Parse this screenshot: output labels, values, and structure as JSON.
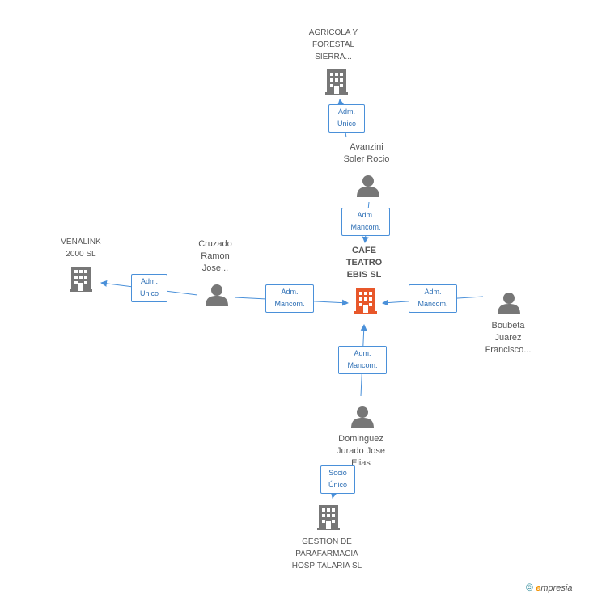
{
  "nodes": {
    "center": {
      "lines": [
        "CAFE",
        "TEATRO",
        "EBIS SL"
      ]
    },
    "agricola": {
      "lines": [
        "AGRICOLA Y",
        "FORESTAL",
        "SIERRA..."
      ]
    },
    "avanzini": {
      "lines": [
        "Avanzini",
        "Soler Rocio"
      ]
    },
    "venalink": {
      "lines": [
        "VENALINK",
        "2000 SL"
      ]
    },
    "cruzado": {
      "lines": [
        "Cruzado",
        "Ramon",
        "Jose..."
      ]
    },
    "boubeta": {
      "lines": [
        "Boubeta",
        "Juarez",
        "Francisco..."
      ]
    },
    "dominguez": {
      "lines": [
        "Dominguez",
        "Jurado Jose",
        "Elias"
      ]
    },
    "gestion": {
      "lines": [
        "GESTION DE",
        "PARAFARMACIA",
        "HOSPITALARIA SL"
      ]
    }
  },
  "edges": {
    "avanzini_agricola": {
      "lines": [
        "Adm.",
        "Unico"
      ]
    },
    "avanzini_center": {
      "lines": [
        "Adm.",
        "Mancom."
      ]
    },
    "cruzado_venalink": {
      "lines": [
        "Adm.",
        "Unico"
      ]
    },
    "cruzado_center": {
      "lines": [
        "Adm.",
        "Mancom."
      ]
    },
    "boubeta_center": {
      "lines": [
        "Adm.",
        "Mancom."
      ]
    },
    "dominguez_center": {
      "lines": [
        "Adm.",
        "Mancom."
      ]
    },
    "dominguez_gestion": {
      "lines": [
        "Socio",
        "Único"
      ]
    }
  },
  "footer": {
    "copyright": "©",
    "brand_e": "e",
    "brand_rest": "mpresia"
  },
  "colors": {
    "center_company": "#e8572a",
    "company": "#777777",
    "person": "#777777",
    "edge": "#4a90d9"
  }
}
